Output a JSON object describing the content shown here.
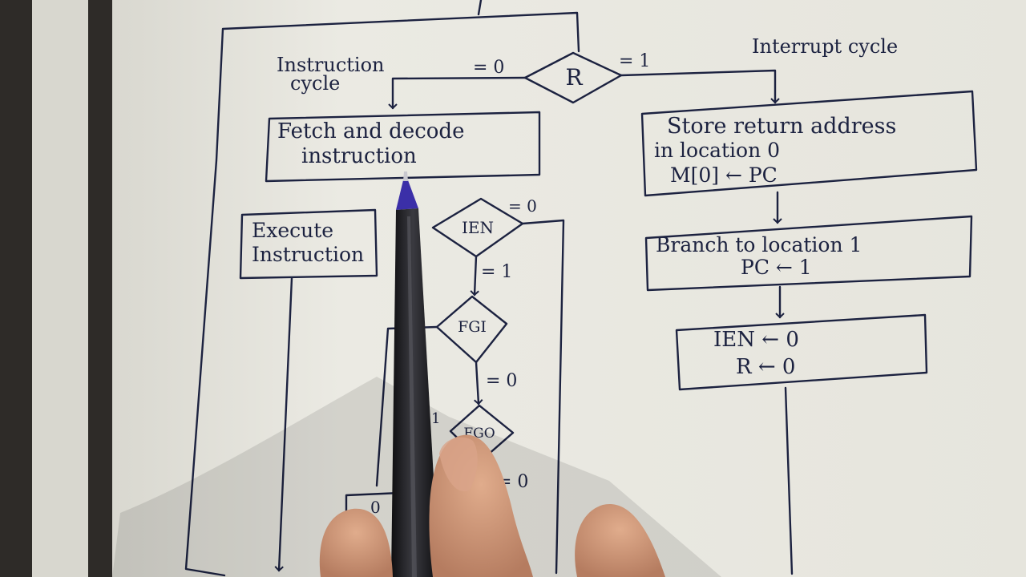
{
  "diagram": {
    "r_decision": "R",
    "r_zero_label": "= 0",
    "r_one_label": "= 1",
    "instruction_cycle_line1": "Instruction",
    "instruction_cycle_line2": "cycle",
    "interrupt_cycle": "Interrupt cycle",
    "fetch_line1": "Fetch and decode",
    "fetch_line2": "instruction",
    "execute_line1": "Execute",
    "execute_line2": "Instruction",
    "ien_decision": "IEN",
    "ien_zero_label": "= 0",
    "ien_one_label": "= 1",
    "fgi_decision": "FGI",
    "fgi_zero_label": "= 0",
    "fgi_one_label": "1",
    "fgo_decision": "FGO",
    "fgo_zero_label": "= 0",
    "store_line1": "Store return address",
    "store_line2": "in location 0",
    "store_line3": "M[0] ← PC",
    "branch_line1": "Branch to location 1",
    "branch_line2": "PC ← 1",
    "reset_line1": "IEN ← 0",
    "reset_line2": "R ← 0",
    "partial_box_text": "0"
  },
  "colors": {
    "paper": "#eae9e2",
    "ink": "#1c2240",
    "pen_barrel": "#1b1b1f",
    "pen_tip": "#3b2fa8",
    "skin": "#c99476"
  }
}
